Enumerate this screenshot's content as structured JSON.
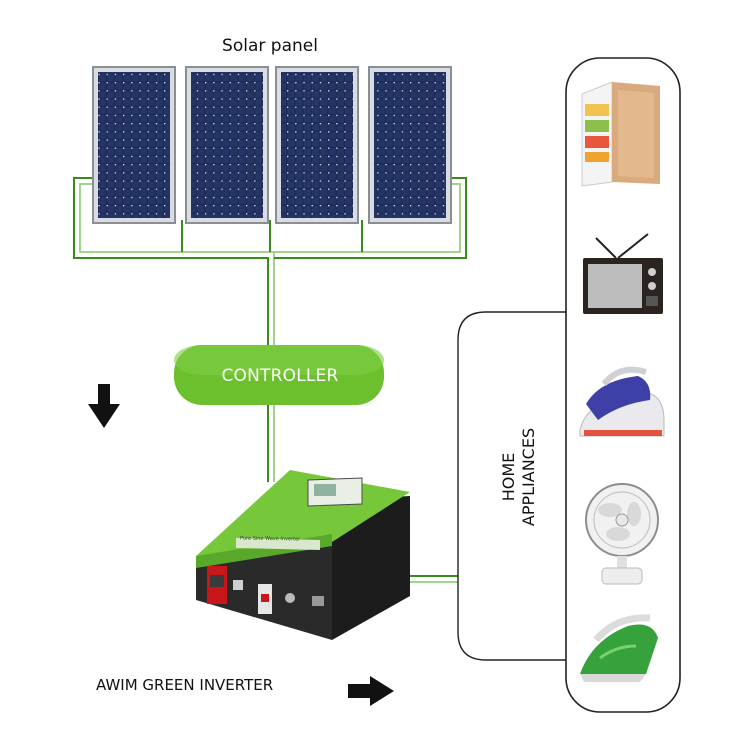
{
  "labels": {
    "solar_panel": "Solar panel",
    "controller": "CONTROLLER",
    "home_appliances_line1": "HOME",
    "home_appliances_line2": "APPLIANCES",
    "inverter": "AWIM GREEN INVERTER",
    "inverter_badge": "Pure Sine Wave Inverter"
  },
  "colors": {
    "accent_green": "#6cc02e",
    "panel_blue": "#1e2a4e",
    "wire_green": "#3a8a1e",
    "inverter_body": "#202020"
  },
  "icons": [
    "solar-panel-icon",
    "refrigerator-icon",
    "television-icon",
    "steam-iron-icon",
    "table-fan-icon",
    "clothes-iron-icon",
    "arrow-down-icon",
    "arrow-right-icon"
  ]
}
